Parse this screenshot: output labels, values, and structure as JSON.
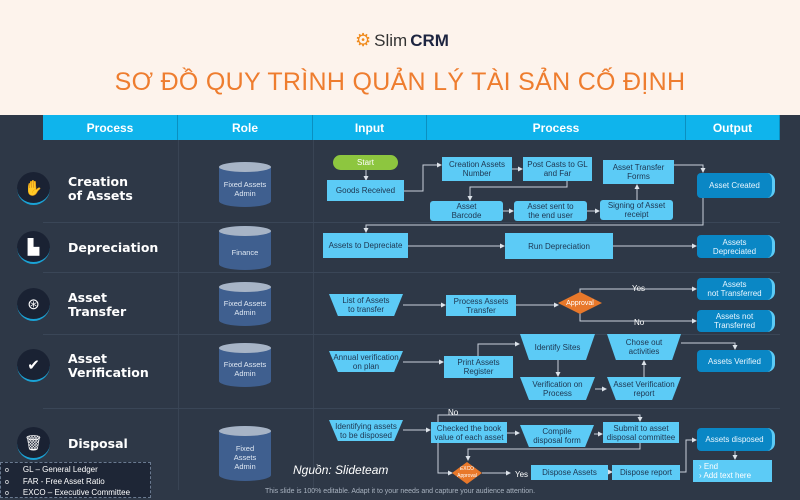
{
  "brand": {
    "name_light": "Slim",
    "name_bold": "CRM",
    "icon": "gear-icon",
    "color": "#f08a1c"
  },
  "title": "SƠ ĐỒ QUY TRÌNH QUẢN LÝ TÀI SẢN CỐ ĐỊNH",
  "columns": [
    "Process",
    "Role",
    "Input",
    "Process",
    "Output"
  ],
  "stages": [
    {
      "label": "Creation\nof Assets",
      "icon": "hand-money-icon",
      "role": "Fixed Assets\nAdmin"
    },
    {
      "label": "Depreciation",
      "icon": "chart-decline-icon",
      "role": "Finance"
    },
    {
      "label": "Asset\nTransfer",
      "icon": "transfer-icon",
      "role": "Fixed Assets\nAdmin"
    },
    {
      "label": "Asset\nVerification",
      "icon": "check-icon",
      "role": "Fixed Assets\nAdmin"
    },
    {
      "label": "Disposal",
      "icon": "trash-icon",
      "role": "Fixed\nAssets\nAdmin"
    }
  ],
  "creation": {
    "start": "Start",
    "goods": "Goods Received",
    "number": "Creation Assets\nNumber",
    "post": "Post Casts to GL\nand Far",
    "forms": "Asset Transfer\nForms",
    "created": "Asset Created",
    "barcode": "Asset\nBarcode",
    "sent": "Asset sent to\nthe end user",
    "signing": "Signing of Asset\nreceipt"
  },
  "depreciation": {
    "input": "Assets to Depreciate",
    "run": "Run Depreciation",
    "out": "Assets\nDepreciated"
  },
  "transfer": {
    "input": "List of Assets\nto transfer",
    "process": "Process Assets\nTransfer",
    "approval": "Approval",
    "yes": "Yes",
    "no": "No",
    "out_yes": "Assets\nnot Transferred",
    "out_no": "Assets not\nTransferred"
  },
  "verification": {
    "input": "Annual verification\non plan",
    "print": "Print Assets\nRegister",
    "identify": "Identify Sites",
    "chose": "Chose out\nactivities",
    "verif": "Verification on\nProcess",
    "report": "Asset Verification\nreport",
    "out": "Assets Verified"
  },
  "disposal": {
    "input": "Identifying assets\nto be disposed",
    "checked": "Checked the book\nvalue of each asset",
    "compile": "Compile\ndisposal form",
    "submit": "Submit to asset\ndisposal committee",
    "exco": "EXCO\nApproval",
    "no": "No",
    "yes": "Yes",
    "dispose": "Dispose Assets",
    "report": "Dispose report",
    "out": "Assets disposed",
    "end": "End",
    "add": "Add text here"
  },
  "legend": [
    "GL – General Ledger",
    "FAR - Free Asset Ratio",
    "EXCO – Executive Committee"
  ],
  "source": "Nguồn: Slideteam",
  "footer": "This slide is 100% editable. Adapt it to your  needs and capture your audience attention."
}
